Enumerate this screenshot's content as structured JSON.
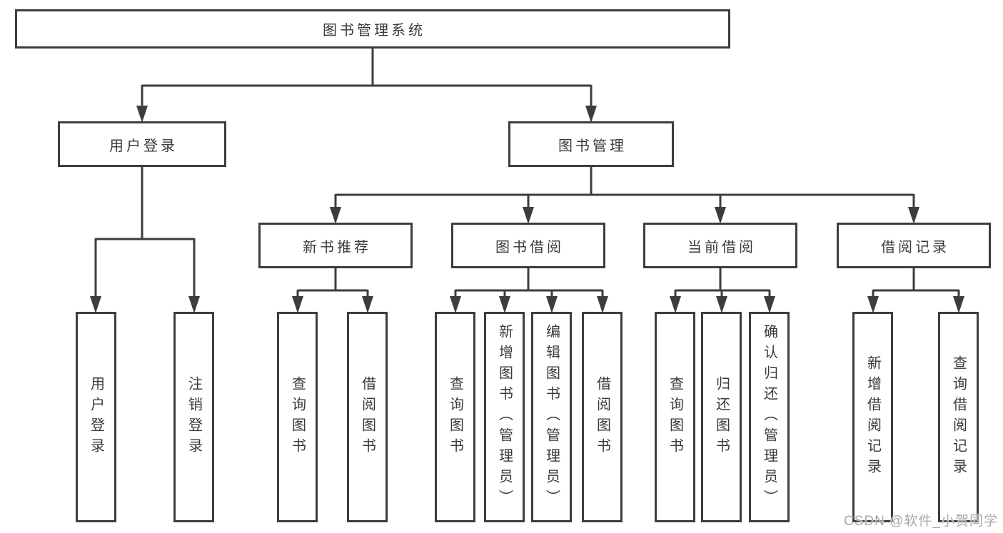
{
  "diagram": {
    "title": "图书管理系统",
    "root": {
      "label": "图书管理系统"
    },
    "level2": [
      {
        "id": "user-login",
        "label": "用户登录"
      },
      {
        "id": "book-management",
        "label": "图书管理"
      }
    ],
    "level3": [
      {
        "id": "new-book-recommend",
        "parent": "图书管理",
        "label": "新书推荐"
      },
      {
        "id": "book-borrowing",
        "parent": "图书管理",
        "label": "图书借阅"
      },
      {
        "id": "current-borrowing",
        "parent": "图书管理",
        "label": "当前借阅"
      },
      {
        "id": "borrowing-records",
        "parent": "图书管理",
        "label": "借阅记录"
      }
    ],
    "leaves": [
      {
        "parent": "用户登录",
        "label": "用户登录"
      },
      {
        "parent": "用户登录",
        "label": "注销登录"
      },
      {
        "parent": "新书推荐",
        "label": "查询图书"
      },
      {
        "parent": "新书推荐",
        "label": "借阅图书"
      },
      {
        "parent": "图书借阅",
        "label": "查询图书"
      },
      {
        "parent": "图书借阅",
        "label": "新增图书（管理员）"
      },
      {
        "parent": "图书借阅",
        "label": "编辑图书（管理员）"
      },
      {
        "parent": "图书借阅",
        "label": "借阅图书"
      },
      {
        "parent": "当前借阅",
        "label": "查询图书"
      },
      {
        "parent": "当前借阅",
        "label": "归还图书"
      },
      {
        "parent": "当前借阅",
        "label": "确认归还（管理员）"
      },
      {
        "parent": "借阅记录",
        "label": "新增借阅记录"
      },
      {
        "parent": "借阅记录",
        "label": "查询借阅记录"
      }
    ]
  },
  "watermark": {
    "text": "CSDN @软件_小贺同学"
  },
  "colors": {
    "line": "#3d3d3d",
    "text": "#3a3a3a",
    "box_background": "#ffffff",
    "watermark": "#a9a9a9",
    "page_background": "#ffffff"
  }
}
